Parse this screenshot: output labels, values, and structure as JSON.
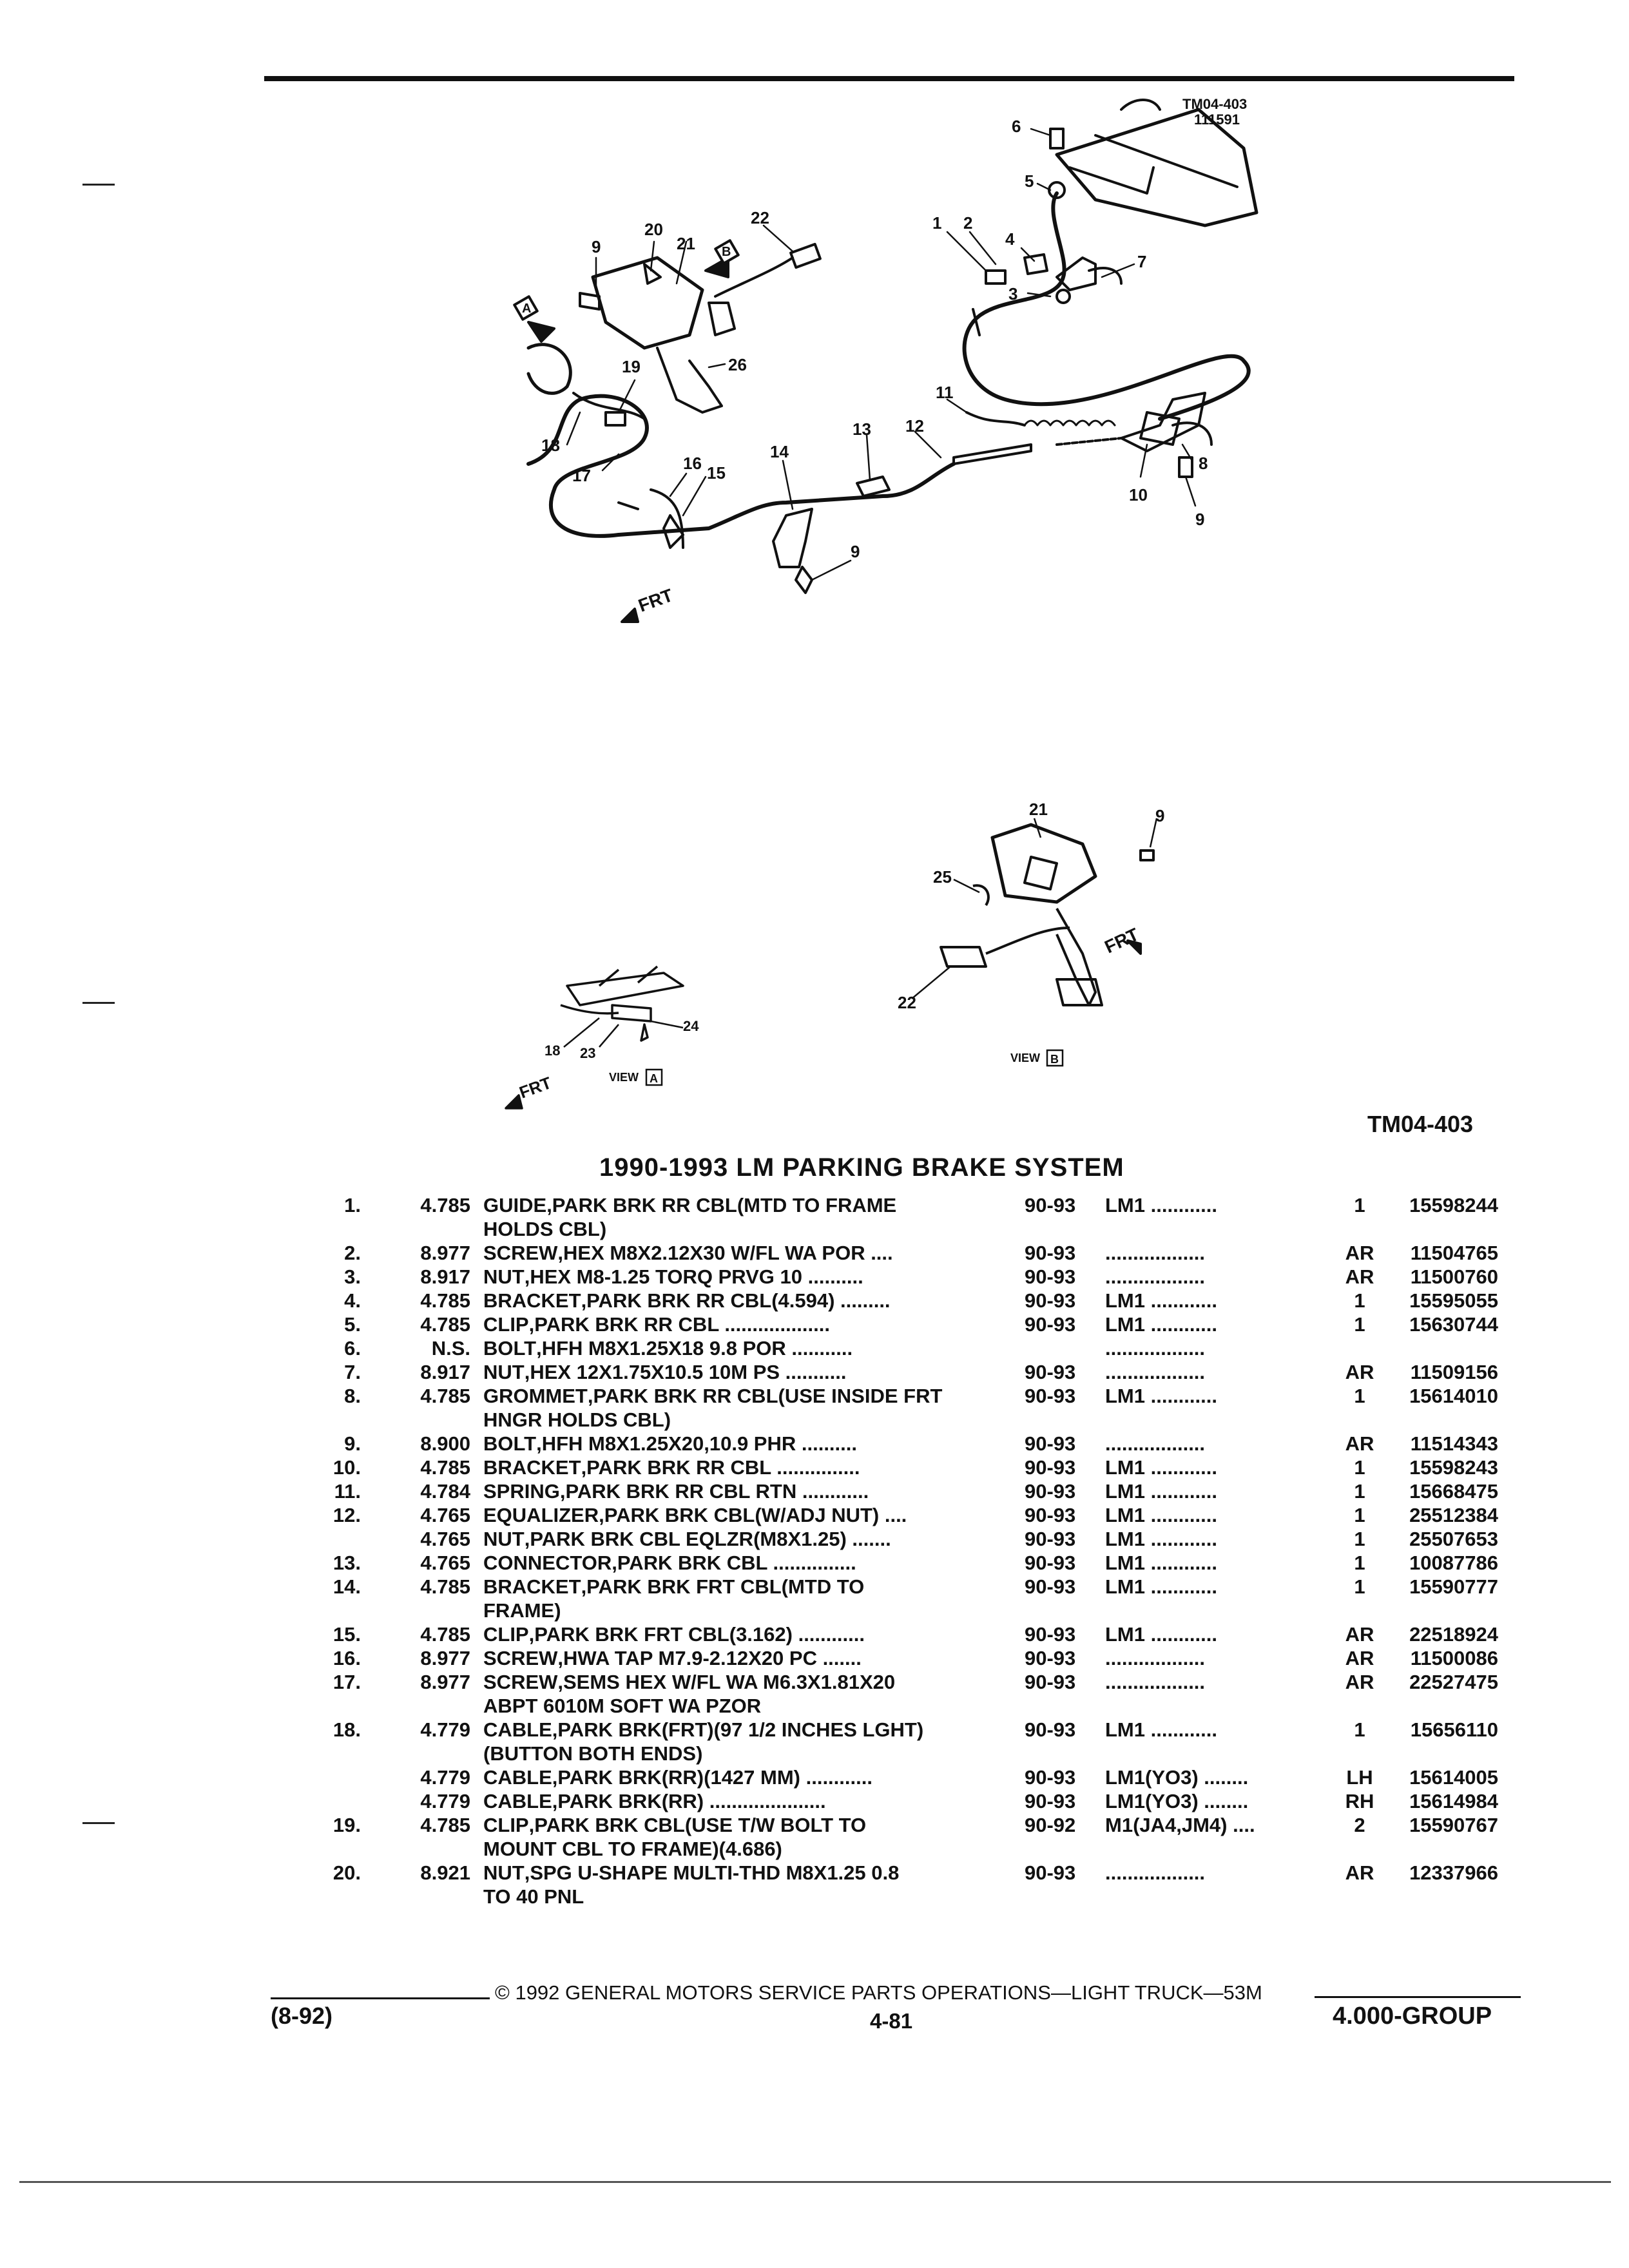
{
  "figure": {
    "codes": [
      "TM04-403",
      "111591"
    ],
    "main_labels": [
      "6",
      "5",
      "1",
      "2",
      "4",
      "7",
      "3",
      "20",
      "21",
      "22",
      "9",
      "26",
      "19",
      "18",
      "17",
      "16",
      "15",
      "14",
      "13",
      "12",
      "11",
      "10",
      "8",
      "9",
      "9",
      "A",
      "B"
    ],
    "frt_label": "FRT",
    "view_b_labels": [
      "21",
      "9",
      "25",
      "22"
    ],
    "view_a_labels": [
      "18",
      "23",
      "24"
    ],
    "view_a_caption": "VIEW",
    "view_a_letter": "A",
    "view_b_caption": "VIEW",
    "view_b_letter": "B",
    "tm_code": "TM04-403"
  },
  "section_title": "1990-1993 LM PARKING BRAKE SYSTEM",
  "parts": [
    {
      "no": "1.",
      "grp": "4.785",
      "name": "GUIDE",
      "desc": ",PARK BRK RR CBL(MTD TO FRAME",
      "yrs": "90-93",
      "app": "LM1 ............",
      "qty": "1",
      "pn": "15598244"
    },
    {
      "no": "",
      "grp": "",
      "name": "",
      "desc": "HOLDS CBL)",
      "yrs": "",
      "app": "",
      "qty": "",
      "pn": ""
    },
    {
      "no": "2.",
      "grp": "8.977",
      "name": "SCREW",
      "desc": ",HEX M8X2.12X30 W/FL WA POR ....",
      "yrs": "90-93",
      "app": "..................",
      "qty": "AR",
      "pn": "11504765"
    },
    {
      "no": "3.",
      "grp": "8.917",
      "name": "NUT",
      "desc": ",HEX M8-1.25 TORQ PRVG 10 ..........",
      "yrs": "90-93",
      "app": "..................",
      "qty": "AR",
      "pn": "11500760"
    },
    {
      "no": "4.",
      "grp": "4.785",
      "name": "BRACKET",
      "desc": ",PARK BRK RR CBL(4.594) .........",
      "yrs": "90-93",
      "app": "LM1 ............",
      "qty": "1",
      "pn": "15595055"
    },
    {
      "no": "5.",
      "grp": "4.785",
      "name": "CLIP",
      "desc": ",PARK BRK RR CBL ...................",
      "yrs": "90-93",
      "app": "LM1 ............",
      "qty": "1",
      "pn": "15630744"
    },
    {
      "no": "6.",
      "grp": "N.S.",
      "name": "BOLT",
      "desc": ",HFH M8X1.25X18 9.8 POR ...........",
      "yrs": "",
      "app": "..................",
      "qty": "",
      "pn": ""
    },
    {
      "no": "7.",
      "grp": "8.917",
      "name": "NUT",
      "desc": ",HEX 12X1.75X10.5 10M PS ...........",
      "yrs": "90-93",
      "app": "..................",
      "qty": "AR",
      "pn": "11509156"
    },
    {
      "no": "8.",
      "grp": "4.785",
      "name": "GROMMET",
      "desc": ",PARK BRK RR CBL(USE INSIDE FRT",
      "yrs": "90-93",
      "app": "LM1 ............",
      "qty": "1",
      "pn": "15614010"
    },
    {
      "no": "",
      "grp": "",
      "name": "",
      "desc": "HNGR HOLDS CBL)",
      "yrs": "",
      "app": "",
      "qty": "",
      "pn": ""
    },
    {
      "no": "9.",
      "grp": "8.900",
      "name": "BOLT",
      "desc": ",HFH M8X1.25X20,10.9 PHR ..........",
      "yrs": "90-93",
      "app": "..................",
      "qty": "AR",
      "pn": "11514343"
    },
    {
      "no": "10.",
      "grp": "4.785",
      "name": "BRACKET",
      "desc": ",PARK BRK RR CBL ...............",
      "yrs": "90-93",
      "app": "LM1 ............",
      "qty": "1",
      "pn": "15598243"
    },
    {
      "no": "11.",
      "grp": "4.784",
      "name": "SPRING",
      "desc": ",PARK BRK RR CBL RTN ............",
      "yrs": "90-93",
      "app": "LM1 ............",
      "qty": "1",
      "pn": "15668475"
    },
    {
      "no": "12.",
      "grp": "4.765",
      "name": "EQUALIZER",
      "desc": ",PARK BRK CBL(W/ADJ NUT) ....",
      "yrs": "90-93",
      "app": "LM1 ............",
      "qty": "1",
      "pn": "25512384"
    },
    {
      "no": "",
      "grp": "4.765",
      "name": "NUT",
      "desc": ",PARK BRK CBL EQLZR(M8X1.25) .......",
      "yrs": "90-93",
      "app": "LM1 ............",
      "qty": "1",
      "pn": "25507653"
    },
    {
      "no": "13.",
      "grp": "4.765",
      "name": "CONNECTOR",
      "desc": ",PARK BRK CBL ...............",
      "yrs": "90-93",
      "app": "LM1 ............",
      "qty": "1",
      "pn": "10087786"
    },
    {
      "no": "14.",
      "grp": "4.785",
      "name": "BRACKET",
      "desc": ",PARK BRK FRT CBL(MTD TO",
      "yrs": "90-93",
      "app": "LM1 ............",
      "qty": "1",
      "pn": "15590777"
    },
    {
      "no": "",
      "grp": "",
      "name": "",
      "desc": "FRAME)",
      "yrs": "",
      "app": "",
      "qty": "",
      "pn": ""
    },
    {
      "no": "15.",
      "grp": "4.785",
      "name": "CLIP",
      "desc": ",PARK BRK FRT CBL(3.162) ............",
      "yrs": "90-93",
      "app": "LM1 ............",
      "qty": "AR",
      "pn": "22518924"
    },
    {
      "no": "16.",
      "grp": "8.977",
      "name": "SCREW",
      "desc": ",HWA TAP M7.9-2.12X20 PC .......",
      "yrs": "90-93",
      "app": "..................",
      "qty": "AR",
      "pn": "11500086"
    },
    {
      "no": "17.",
      "grp": "8.977",
      "name": "SCREW",
      "desc": ",SEMS HEX W/FL WA M6.3X1.81X20",
      "yrs": "90-93",
      "app": "..................",
      "qty": "AR",
      "pn": "22527475"
    },
    {
      "no": "",
      "grp": "",
      "name": "",
      "desc": "ABPT 6010M SOFT WA PZOR",
      "yrs": "",
      "app": "",
      "qty": "",
      "pn": ""
    },
    {
      "no": "18.",
      "grp": "4.779",
      "name": "CABLE",
      "desc": ",PARK BRK(FRT)(97 1/2 INCHES LGHT)",
      "yrs": "90-93",
      "app": "LM1 ............",
      "qty": "1",
      "pn": "15656110"
    },
    {
      "no": "",
      "grp": "",
      "name": "",
      "desc": "(BUTTON BOTH ENDS)",
      "yrs": "",
      "app": "",
      "qty": "",
      "pn": ""
    },
    {
      "no": "",
      "grp": "4.779",
      "name": "CABLE",
      "desc": ",PARK BRK(RR)(1427 MM) ............",
      "yrs": "90-93",
      "app": "LM1(YO3) ........",
      "qty": "LH",
      "pn": "15614005"
    },
    {
      "no": "",
      "grp": "4.779",
      "name": "CABLE",
      "desc": ",PARK BRK(RR) .....................",
      "yrs": "90-93",
      "app": "LM1(YO3) ........",
      "qty": "RH",
      "pn": "15614984"
    },
    {
      "no": "19.",
      "grp": "4.785",
      "name": "CLIP",
      "desc": ",PARK BRK CBL(USE T/W BOLT TO",
      "yrs": "90-92",
      "app": "M1(JA4,JM4) ....",
      "qty": "2",
      "pn": "15590767"
    },
    {
      "no": "",
      "grp": "",
      "name": "",
      "desc": "MOUNT CBL TO FRAME)(4.686)",
      "yrs": "",
      "app": "",
      "qty": "",
      "pn": ""
    },
    {
      "no": "20.",
      "grp": "8.921",
      "name": "NUT",
      "desc": ",SPG U-SHAPE MULTI-THD M8X1.25 0.8",
      "yrs": "90-93",
      "app": "..................",
      "qty": "AR",
      "pn": "12337966"
    },
    {
      "no": "",
      "grp": "",
      "name": "",
      "desc": "TO 40 PNL",
      "yrs": "",
      "app": "",
      "qty": "",
      "pn": ""
    }
  ],
  "footer": {
    "copyright": "© 1992 GENERAL MOTORS SERVICE PARTS OPERATIONS—LIGHT TRUCK—53M",
    "date": "(8-92)",
    "page": "4-81",
    "group": "4.000-GROUP"
  }
}
